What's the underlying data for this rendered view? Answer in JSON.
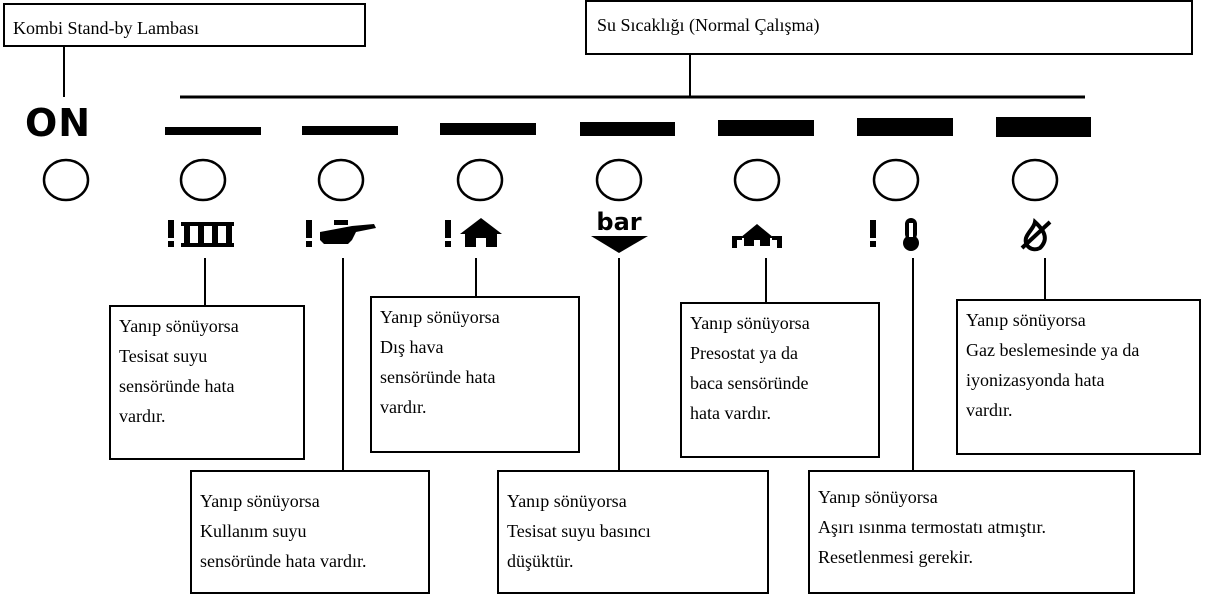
{
  "headers": {
    "standby": "Kombi Stand-by Lambası",
    "water_temp": "Su Sıcaklığı  (Normal Çalışma)"
  },
  "panel": {
    "on_label": "ON",
    "bar_label": "bar"
  },
  "indicator_icons": [
    "radiator-fault",
    "tap-fault",
    "house-fault",
    "low-pressure",
    "chimney",
    "overheat-thermometer",
    "flame-off"
  ],
  "callouts": {
    "installation_sensor": [
      "Yanıp sönüyorsa",
      "Tesisat suyu",
      "sensöründe hata",
      "vardır."
    ],
    "outdoor_sensor": [
      "Yanıp sönüyorsa",
      "Dış hava",
      "sensöründe hata",
      "vardır."
    ],
    "pressostat": [
      "Yanıp sönüyorsa",
      "Presostat ya da",
      "baca sensöründe",
      "hata vardır."
    ],
    "gas": [
      "Yanıp sönüyorsa",
      "Gaz beslemesinde ya da",
      "iyonizasyonda hata",
      "vardır."
    ],
    "dhw_sensor": [
      "Yanıp sönüyorsa",
      "Kullanım suyu",
      "sensöründe hata vardır."
    ],
    "pressure": [
      "Yanıp sönüyorsa",
      "Tesisat suyu basıncı",
      "düşüktür."
    ],
    "overheat": [
      "Yanıp sönüyorsa",
      "Aşırı ısınma termostatı atmıştır.",
      "Resetlenmesi gerekir."
    ]
  }
}
